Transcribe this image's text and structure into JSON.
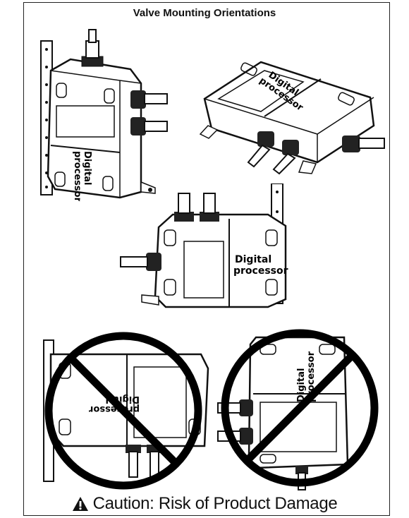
{
  "document": {
    "title": "Valve Mounting Orientations",
    "device_label_line1": "Digital",
    "device_label_line2": "processor",
    "caution_text": "Caution: Risk of Product Damage",
    "caution_icon": "warning-triangle-icon"
  }
}
